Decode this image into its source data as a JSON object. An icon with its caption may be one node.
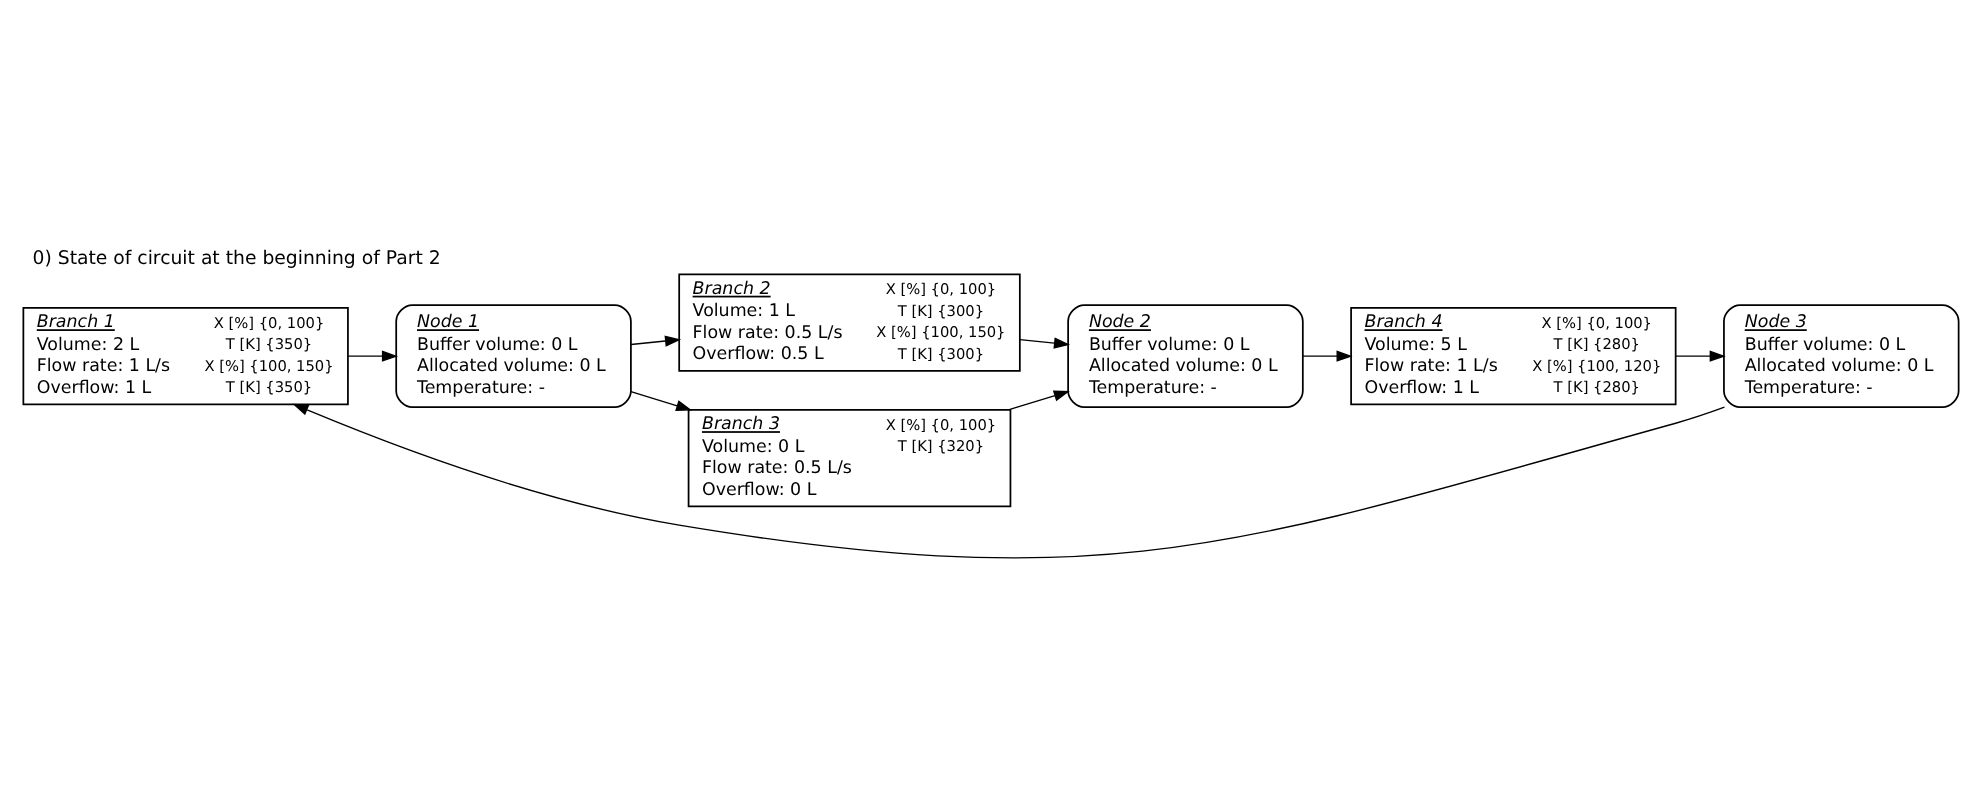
{
  "diagram": {
    "title": "0) State of circuit at the beginning of Part 2",
    "nodes": [
      {
        "text": [
          "Branch 1",
          "Volume: 2 L",
          "Flow rate: 1 L/s",
          "Overflow: 1 L",
          "X [%] {0, 100}",
          "T [K] {350}",
          "X [%] {100, 150}",
          "T [K] {350}"
        ]
      },
      {
        "text": [
          "Node 1",
          "Buffer volume: 0 L",
          "Allocated volume: 0 L",
          "Temperature: -"
        ]
      },
      {
        "text": [
          "Branch 2",
          "Volume: 1 L",
          "Flow rate: 0.5 L/s",
          "Overflow: 0.5 L",
          "X [%] {0, 100}",
          "T [K] {300}",
          "X [%] {100, 150}",
          "T [K] {300}"
        ]
      },
      {
        "text": [
          "Branch 3",
          "Volume: 0 L",
          "Flow rate: 0.5 L/s",
          "Overflow: 0 L",
          "X [%] {0, 100}",
          "T [K] {320}"
        ]
      },
      {
        "text": [
          "Node 2",
          "Buffer volume: 0 L",
          "Allocated volume: 0 L",
          "Temperature: -"
        ]
      },
      {
        "text": [
          "Branch 4",
          "Volume: 5 L",
          "Flow rate: 1 L/s",
          "Overflow: 1 L",
          "X [%] {0, 100}",
          "T [K] {280}",
          "X [%] {100, 120}",
          "T [K] {280}"
        ]
      },
      {
        "text": [
          "Node 3",
          "Buffer volume: 0 L",
          "Allocated volume: 0 L",
          "Temperature: -"
        ]
      }
    ],
    "edges": [
      {
        "from": 0,
        "to": 1,
        "arrow": "to"
      },
      {
        "from": 1,
        "to": 2,
        "arrow": "to"
      },
      {
        "from": 1,
        "to": 3,
        "arrow": "to"
      },
      {
        "from": 2,
        "to": 4,
        "arrow": "to"
      },
      {
        "from": 3,
        "to": 4,
        "arrow": "to"
      },
      {
        "from": 4,
        "to": 5,
        "arrow": "to"
      },
      {
        "from": 5,
        "to": 6,
        "arrow": "to"
      },
      {
        "from": 6,
        "to": 0,
        "arrow": "to"
      }
    ]
  }
}
